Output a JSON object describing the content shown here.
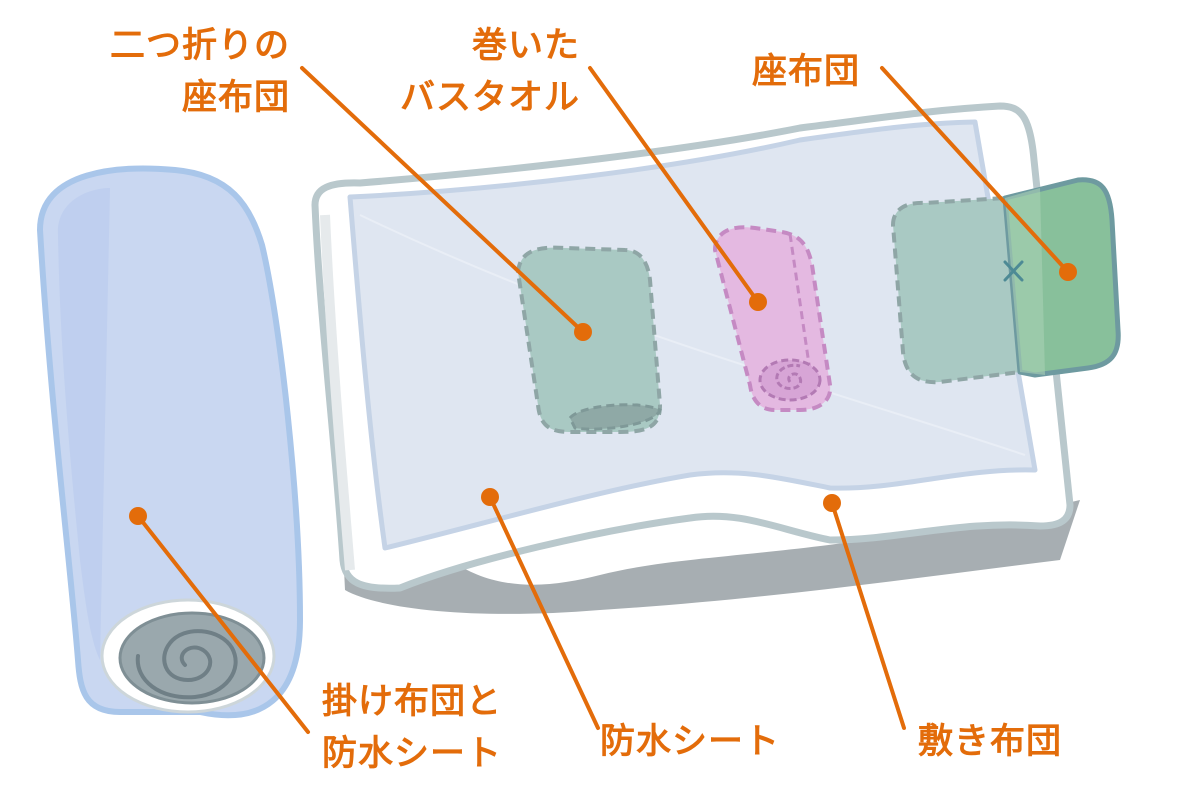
{
  "colors": {
    "accent": "#e36c0a",
    "futon_blue": "#c7d5f0",
    "futon_outline": "#a9c6ea",
    "mattress_outline": "#b9c8cc",
    "sheet": "#dfe6f1",
    "cushion_green": "#8cc29c",
    "towel_pink": "#e3b8e0",
    "roll_gray": "#9aa8ad"
  },
  "labels": {
    "folded_cushion": [
      "二つ折りの",
      "座布団"
    ],
    "rolled_towel": [
      "巻いた",
      "バスタオル"
    ],
    "cushion": [
      "座布団"
    ],
    "comforter": [
      "掛け布団と",
      "防水シート"
    ],
    "waterproof_sheet": [
      "防水シート"
    ],
    "mattress": [
      "敷き布団"
    ]
  }
}
